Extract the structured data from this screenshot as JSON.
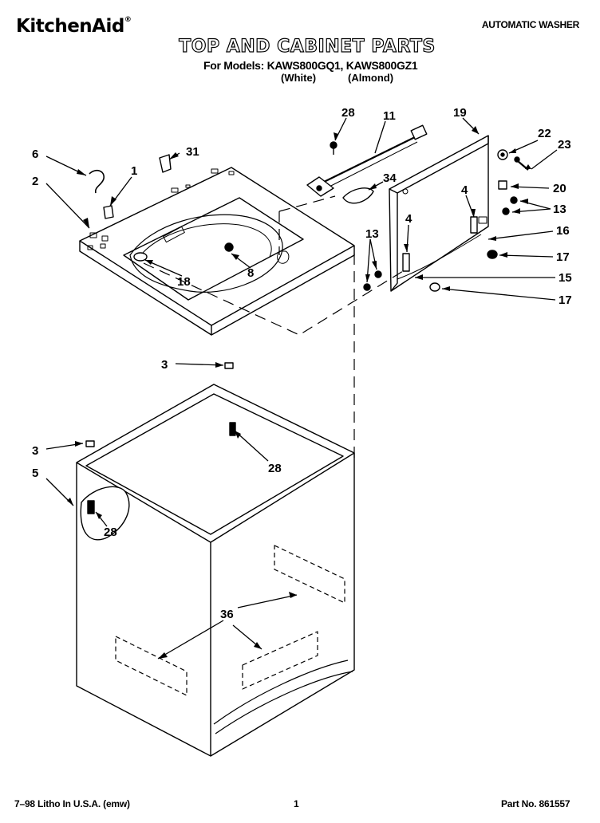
{
  "header": {
    "brand": "KitchenAid",
    "brand_mark": "®",
    "product": "AUTOMATIC WASHER",
    "title": "TOP AND CABINET PARTS",
    "models_line": "For Models: KAWS800GQ1, KAWS800GZ1",
    "variant_white": "(White)",
    "variant_almond": "(Almond)"
  },
  "callouts": {
    "c6": "6",
    "c31": "31",
    "c1": "1",
    "c2": "2",
    "c28a": "28",
    "c11": "11",
    "c19": "19",
    "c22": "22",
    "c23": "23",
    "c34": "34",
    "c4a": "4",
    "c20": "20",
    "c13a": "13",
    "c4b": "4",
    "c16": "16",
    "c13b": "13",
    "c17a": "17",
    "c15": "15",
    "c17b": "17",
    "c18": "18",
    "c8": "8",
    "c3a": "3",
    "c28b": "28",
    "c3b": "3",
    "c5": "5",
    "c28c": "28",
    "c36": "36"
  },
  "footer": {
    "litho": "7–98 Litho In U.S.A. (emw)",
    "page": "1",
    "part_no": "Part No. 861557"
  }
}
